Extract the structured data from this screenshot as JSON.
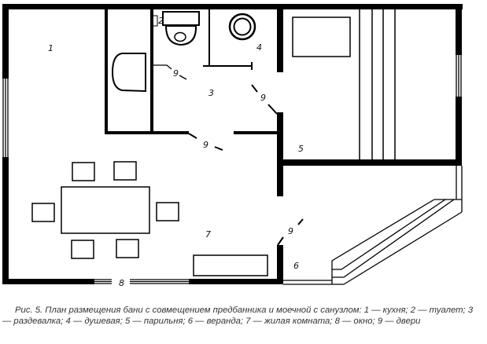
{
  "plan": {
    "labels": {
      "kitchen": "1",
      "toilet": "2",
      "changing_room": "3",
      "shower": "4",
      "steam_room": "5",
      "veranda": "6",
      "living_room": "7",
      "window": "8",
      "door_1": "9",
      "door_2": "9",
      "door_3": "9",
      "door_4": "9"
    }
  },
  "caption": "Рис. 5. План размещения бани с совмещением предбанника и моечной с санузлом: 1 — кухня; 2 — туалет; 3 — раздевалка; 4 — душевая; 5 — парильня; 6 — веранда; 7 — жилая комната; 8 — окно; 9 — двери"
}
